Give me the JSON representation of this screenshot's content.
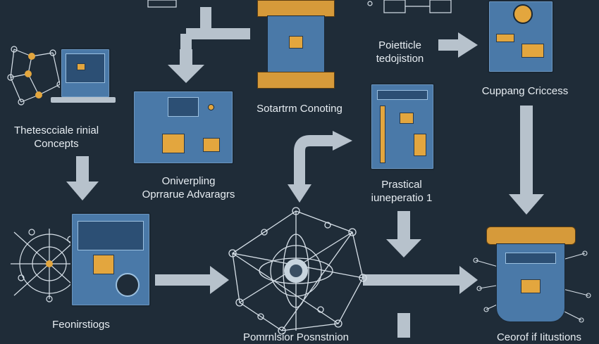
{
  "diagram": {
    "labels": {
      "theoretical": [
        "Thetescciale rinial",
        "Concepts"
      ],
      "onivervpling": [
        "Oniverpling",
        "Oprrarue Advaragrs"
      ],
      "sotartrm": [
        "Sotartrm Conoting"
      ],
      "poietticle": [
        "Poietticle",
        "tedojistion"
      ],
      "cuppang": [
        "Cuppang Criccess"
      ],
      "practical": [
        "Prastical",
        "iuneperatio 1"
      ],
      "feonirstiogs": [
        "Feonirstiogs"
      ],
      "bottom_center": [
        "Pomrnlsior Posnstnion"
      ],
      "bottom_right": [
        "Ceorof if Iitustions"
      ]
    }
  },
  "colors": {
    "background": "#1f2c38",
    "panel": "#4a79a8",
    "accent": "#e3a63e",
    "arrow": "#b7c2cc",
    "line": "#d7e0e8"
  },
  "icons": {
    "quantum_core": "atom-icon",
    "chip": "processor-chip-icon",
    "network": "network-graph-icon"
  }
}
